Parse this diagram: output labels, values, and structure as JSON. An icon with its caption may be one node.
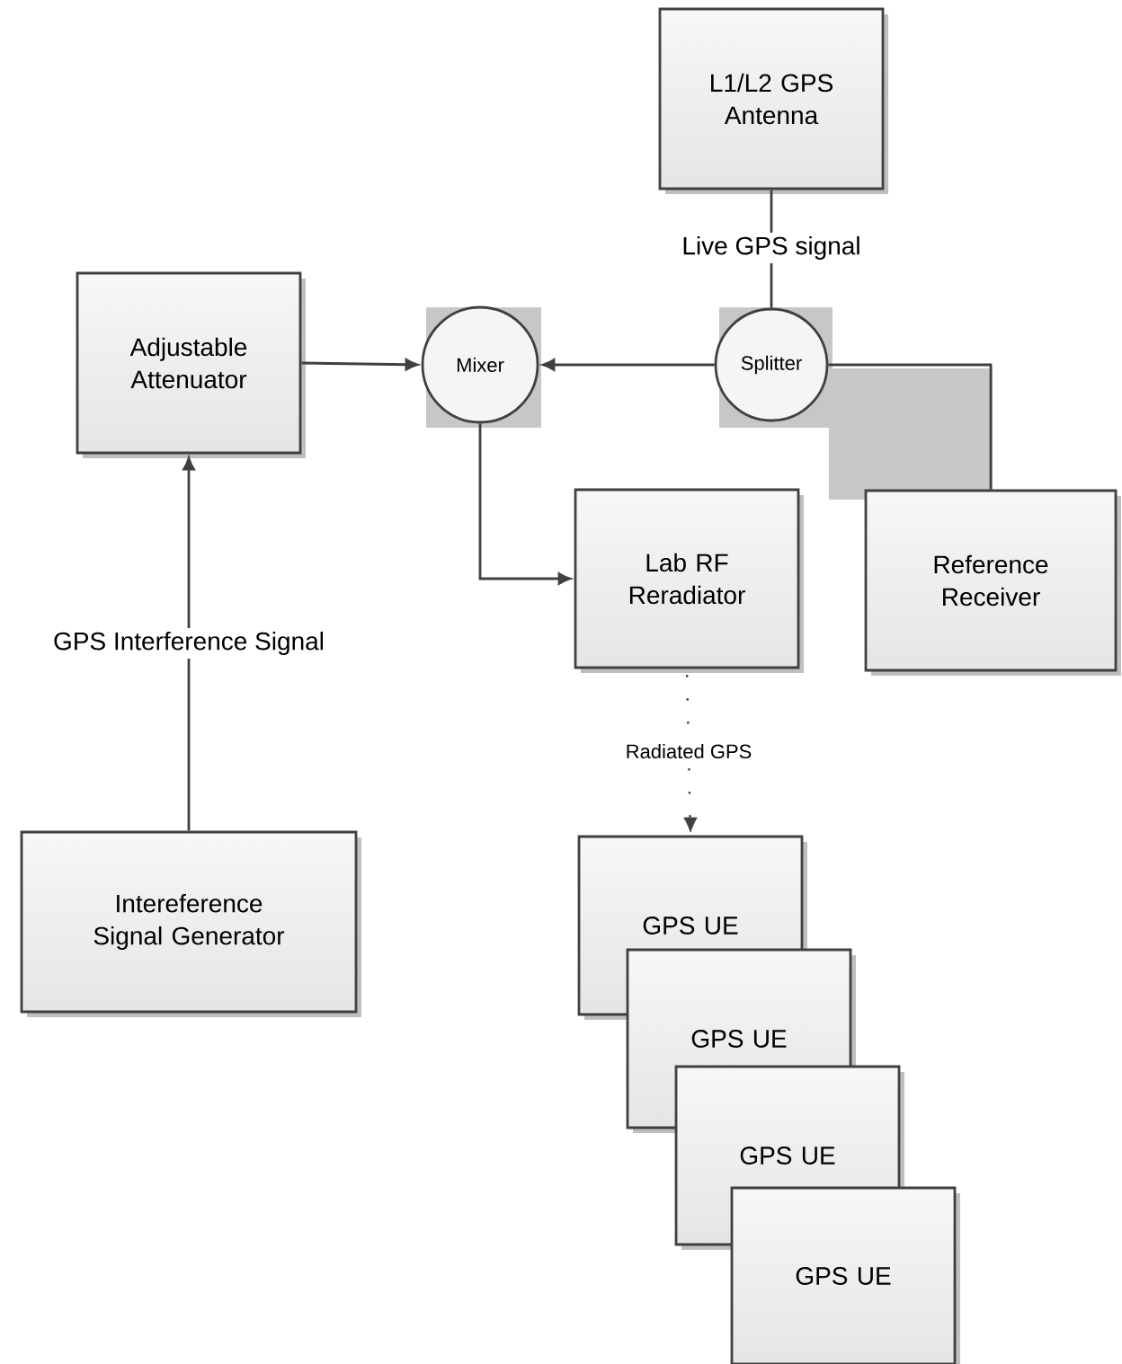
{
  "diagram": {
    "nodes": [
      {
        "text": [
          "L1/L2 GPS Antenna"
        ]
      },
      {
        "text": [
          "Adjustable Attenuator"
        ]
      },
      {
        "text": [
          "Mixer"
        ]
      },
      {
        "text": [
          "Splitter"
        ]
      },
      {
        "text": [
          "Lab RF Reradiator"
        ]
      },
      {
        "text": [
          "Reference Receiver"
        ]
      },
      {
        "text": [
          "Intereference Signal Generator"
        ]
      },
      {
        "text": [
          "GPS UE"
        ]
      },
      {
        "text": [
          "GPS UE"
        ]
      },
      {
        "text": [
          "GPS UE"
        ]
      },
      {
        "text": [
          "GPS UE"
        ]
      }
    ],
    "edges": [
      {
        "from": 0,
        "to": 3,
        "arrow": "none",
        "label": "Live GPS signal"
      },
      {
        "from": 1,
        "to": 2,
        "arrow": "to"
      },
      {
        "from": 3,
        "to": 2,
        "arrow": "to"
      },
      {
        "from": 3,
        "to": 5,
        "arrow": "none"
      },
      {
        "from": 2,
        "to": 4,
        "arrow": "to"
      },
      {
        "from": 6,
        "to": 1,
        "arrow": "to",
        "label": "GPS Interference Signal"
      },
      {
        "from": 4,
        "to": 7,
        "arrow": "to",
        "label": "Radiated GPS",
        "style": "dashed"
      }
    ]
  }
}
